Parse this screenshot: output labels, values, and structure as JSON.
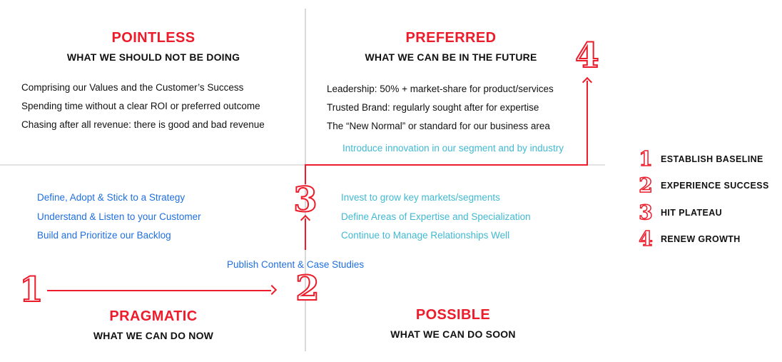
{
  "colors": {
    "red": "#ec1c2b",
    "blue": "#1f6fe0",
    "cyan": "#41b9d3",
    "black": "#111111",
    "divider_gray": "#dadada"
  },
  "quadrants": {
    "pointless": {
      "title": "POINTLESS",
      "subtitle": "WHAT WE SHOULD NOT BE DOING",
      "items": [
        "Comprising our Values and the Customer’s Success",
        "Spending time without a clear ROI or preferred outcome",
        "Chasing after all revenue: there is good and bad revenue"
      ]
    },
    "preferred": {
      "title": "PREFERRED",
      "subtitle": "WHAT WE CAN BE IN THE FUTURE",
      "items": [
        "Leadership: 50% + market-share for product/services",
        "Trusted Brand: regularly sought after for expertise",
        "The “New Normal” or standard for our business area"
      ],
      "highlight_item": "Introduce innovation in our segment and by industry"
    },
    "pragmatic": {
      "title": "PRAGMATIC",
      "subtitle": "WHAT WE CAN DO NOW",
      "items": [
        "Define, Adopt & Stick to a Strategy",
        "Understand & Listen to your Customer",
        "Build and Prioritize our Backlog"
      ],
      "footer_item": "Publish Content & Case Studies"
    },
    "possible": {
      "title": "POSSIBLE",
      "subtitle": "WHAT WE CAN DO SOON",
      "items": [
        "Invest to grow key markets/segments",
        "Define Areas of Expertise and Specialization",
        "Continue to Manage Relationships Well"
      ]
    }
  },
  "milestone_markers": {
    "one": "1",
    "two": "2",
    "three": "3",
    "four": "4"
  },
  "legend": {
    "items": [
      {
        "number": "1",
        "label": "ESTABLISH BASELINE"
      },
      {
        "number": "2",
        "label": "EXPERIENCE SUCCESS"
      },
      {
        "number": "3",
        "label": "HIT PLATEAU"
      },
      {
        "number": "4",
        "label": "RENEW GROWTH"
      }
    ]
  }
}
